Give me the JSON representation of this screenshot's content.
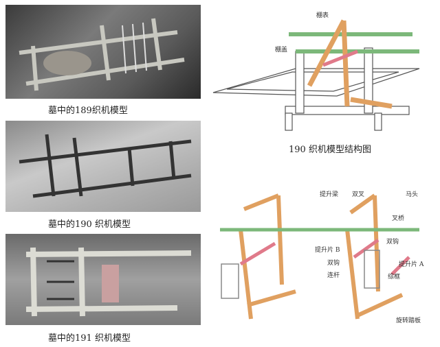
{
  "captions": {
    "photo189": "墓中的189织机模型",
    "photo190": "墓中的190 织机模型",
    "photo191": "墓中的191 织机模型",
    "diagram190": "190 织机模型结构图"
  },
  "diagram190_labels": {
    "top": "棚表",
    "left": "棚盖"
  },
  "diagram_loom_labels": {
    "lift_beam": "提升梁",
    "double_fork": "双叉",
    "horse_head": "马头",
    "fork_bridge": "叉桥",
    "double_hook_right": "双钩",
    "lift_piece_b": "提升片 B",
    "double_hook_left": "双钩",
    "lift_piece_a": "提升片 A",
    "connecting_rod": "连杆",
    "heddle_frame": "综框",
    "rotating_treadle": "旋转踏板"
  }
}
